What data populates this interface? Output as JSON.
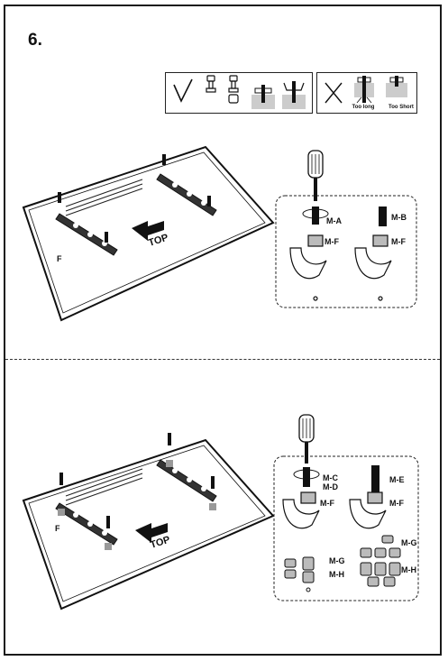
{
  "step": {
    "number": "6."
  },
  "guide": {
    "ok_icon": "check-icon",
    "bad_icon": "cross-icon",
    "too_long": "Too long",
    "too_short": "Too Short"
  },
  "top_panel": {
    "bracket_label": "F",
    "top_arrow": "TOP",
    "screw_a": "M-A",
    "screw_b": "M-B",
    "washer_left": "M-F",
    "washer_right": "M-F"
  },
  "bottom_panel": {
    "bracket_label": "F",
    "top_arrow": "TOP",
    "screw_c": "M-C",
    "screw_d": "M-D",
    "screw_e": "M-E",
    "washer_left": "M-F",
    "washer_right": "M-F",
    "spacer_g_left": "M-G",
    "spacer_h_left": "M-H",
    "spacer_g_right": "M-G",
    "spacer_h_right": "M-H"
  }
}
